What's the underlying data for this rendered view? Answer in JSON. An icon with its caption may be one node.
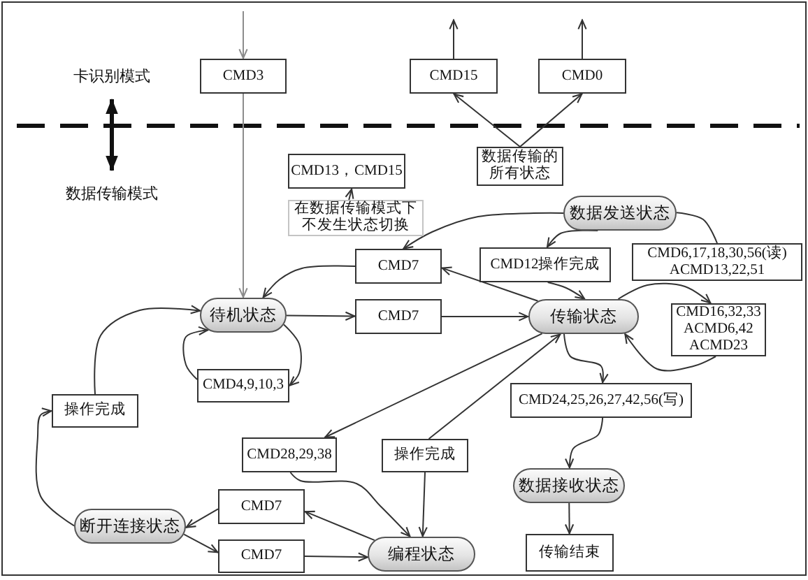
{
  "diagram": {
    "nodes": [
      {
        "text": [
          "卡识别模式"
        ]
      },
      {
        "text": [
          "CMD3"
        ]
      },
      {
        "text": [
          "CMD15"
        ]
      },
      {
        "text": [
          "CMD0"
        ]
      },
      {
        "text": [
          "数据传输的所有状态"
        ]
      },
      {
        "text": [
          "CMD13，CMD15"
        ]
      },
      {
        "text": [
          "数据传输模式"
        ]
      },
      {
        "text": [
          "在数据传输模式下不发生状态切换"
        ]
      },
      {
        "text": [
          "数据发送状态"
        ]
      },
      {
        "text": [
          "CMD7"
        ]
      },
      {
        "text": [
          "CMD12操作完成"
        ]
      },
      {
        "text": [
          "CMD6,17,18,30,56(读) ACMD13,22,51"
        ]
      },
      {
        "text": [
          "待机状态"
        ]
      },
      {
        "text": [
          "CMD7"
        ]
      },
      {
        "text": [
          "传输状态"
        ]
      },
      {
        "text": [
          "CMD16,32,33 ACMD6,42 ACMD23"
        ]
      },
      {
        "text": [
          "CMD4,9,10,3"
        ]
      },
      {
        "text": [
          "操作完成"
        ]
      },
      {
        "text": [
          "CMD24,25,26,27,42,56(写)"
        ]
      },
      {
        "text": [
          "CMD28,29,38"
        ]
      },
      {
        "text": [
          "操作完成"
        ]
      },
      {
        "text": [
          "数据接收状态"
        ]
      },
      {
        "text": [
          "CMD7"
        ]
      },
      {
        "text": [
          "断开连接状态"
        ]
      },
      {
        "text": [
          "编程状态"
        ]
      },
      {
        "text": [
          "CMD7"
        ]
      },
      {
        "text": [
          "传输结束"
        ]
      }
    ],
    "edges": [
      {
        "from": null,
        "to": 1,
        "arrow": "to",
        "color": "#8c8c8c"
      },
      {
        "from": 1,
        "to": 12,
        "arrow": "to",
        "color": "#8c8c8c"
      },
      {
        "from": 2,
        "to": null,
        "arrow": "to"
      },
      {
        "from": 3,
        "to": null,
        "arrow": "to"
      },
      {
        "from": 4,
        "to": 2,
        "arrow": "to"
      },
      {
        "from": 4,
        "to": 3,
        "arrow": "to"
      },
      {
        "from": 7,
        "to": 5,
        "arrow": "to"
      },
      {
        "from": 8,
        "to": 9,
        "arrow": "to"
      },
      {
        "from": 9,
        "to": 12,
        "arrow": "to"
      },
      {
        "from": 14,
        "to": 9,
        "arrow": "to"
      },
      {
        "from": 8,
        "to": 10,
        "arrow": "to"
      },
      {
        "from": 10,
        "to": 14,
        "arrow": "to"
      },
      {
        "from": 8,
        "to": 11,
        "arrow": "none"
      },
      {
        "from": 12,
        "to": 13,
        "arrow": "to"
      },
      {
        "from": 13,
        "to": 14,
        "arrow": "to"
      },
      {
        "from": 14,
        "to": 15,
        "arrow": "to"
      },
      {
        "from": 15,
        "to": 14,
        "arrow": "to"
      },
      {
        "from": 12,
        "to": 16,
        "arrow": "to"
      },
      {
        "from": 16,
        "to": 12,
        "arrow": "to"
      },
      {
        "from": 17,
        "to": 12,
        "arrow": "to"
      },
      {
        "from": 23,
        "to": 17,
        "arrow": "to"
      },
      {
        "from": 14,
        "to": 19,
        "arrow": "to"
      },
      {
        "from": 19,
        "to": 24,
        "arrow": "to"
      },
      {
        "from": 20,
        "to": 14,
        "arrow": "to"
      },
      {
        "from": 20,
        "to": 24,
        "arrow": "to"
      },
      {
        "from": 14,
        "to": 18,
        "arrow": "to"
      },
      {
        "from": 18,
        "to": 21,
        "arrow": "to"
      },
      {
        "from": 21,
        "to": 26,
        "arrow": "to"
      },
      {
        "from": 24,
        "to": 22,
        "arrow": "to"
      },
      {
        "from": 22,
        "to": 23,
        "arrow": "to"
      },
      {
        "from": 23,
        "to": 25,
        "arrow": "to"
      },
      {
        "from": 25,
        "to": 24,
        "arrow": "to"
      },
      {
        "from": 0,
        "to": 6,
        "arrow": "both",
        "style": "thick"
      }
    ]
  }
}
